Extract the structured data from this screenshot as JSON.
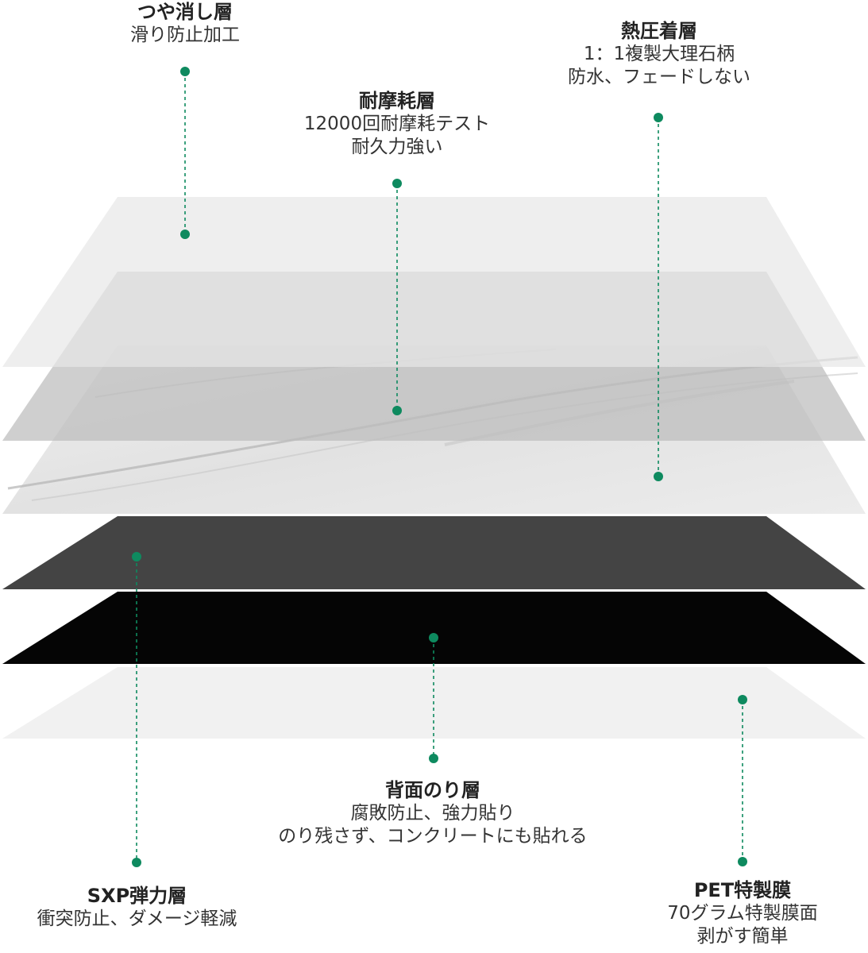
{
  "colors": {
    "accent": "#0e8a5f",
    "matte_layer": "#e7e7e7",
    "wear_layer": "#bdbdbd",
    "marble_layer": "#e3e3e3",
    "sxp_layer": "#444444",
    "adhesive_layer": "#050505",
    "pet_layer": "#ececec"
  },
  "labels": {
    "matte": {
      "title": "つや消し層",
      "desc": [
        "滑り防止加工"
      ]
    },
    "wear": {
      "title": "耐摩耗層",
      "desc": [
        "12000回耐摩耗テスト",
        "耐久力強い"
      ]
    },
    "heat": {
      "title": "熱圧着層",
      "desc": [
        "1：1複製大理石柄",
        "防水、フェードしない"
      ]
    },
    "adhesive": {
      "title": "背面のり層",
      "desc": [
        "腐敗防止、強力貼り",
        "のり残さず、コンクリートにも貼れる"
      ]
    },
    "sxp": {
      "title": "SXP弾力層",
      "desc": [
        "衝突防止、ダメージ軽減"
      ]
    },
    "pet": {
      "title": "PET特製膜",
      "desc": [
        "70グラム特製膜面",
        "剥がす簡単"
      ]
    }
  }
}
